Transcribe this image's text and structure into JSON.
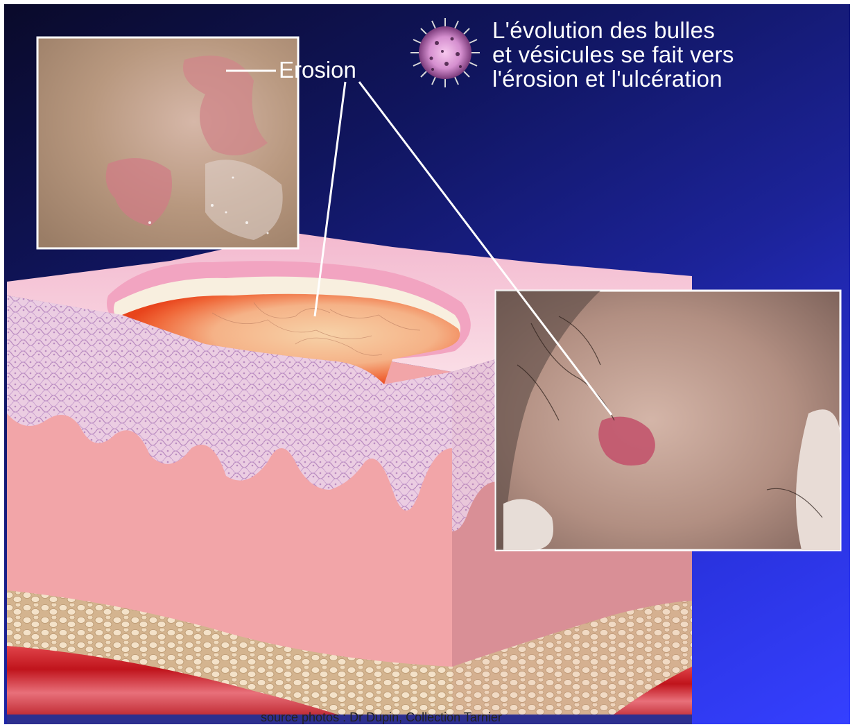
{
  "title": {
    "line1": "L'évolution des bulles",
    "line2": "et vésicules se fait vers",
    "line3": "l'érosion et l'ulcération"
  },
  "label": {
    "erosion": "Erosion"
  },
  "source": "source photos : Dr Dupin, Collection Tarnier",
  "icons": {
    "virus": "virus-icon"
  },
  "colors": {
    "background_dark": "#0a0a2a",
    "background_light": "#3540ff",
    "skin_dermis": "#f2a5a8",
    "epidermis": "#e9c6dc",
    "fat": "#efd7bd",
    "muscle": "#c91a22",
    "erosion": "#f0693a"
  }
}
